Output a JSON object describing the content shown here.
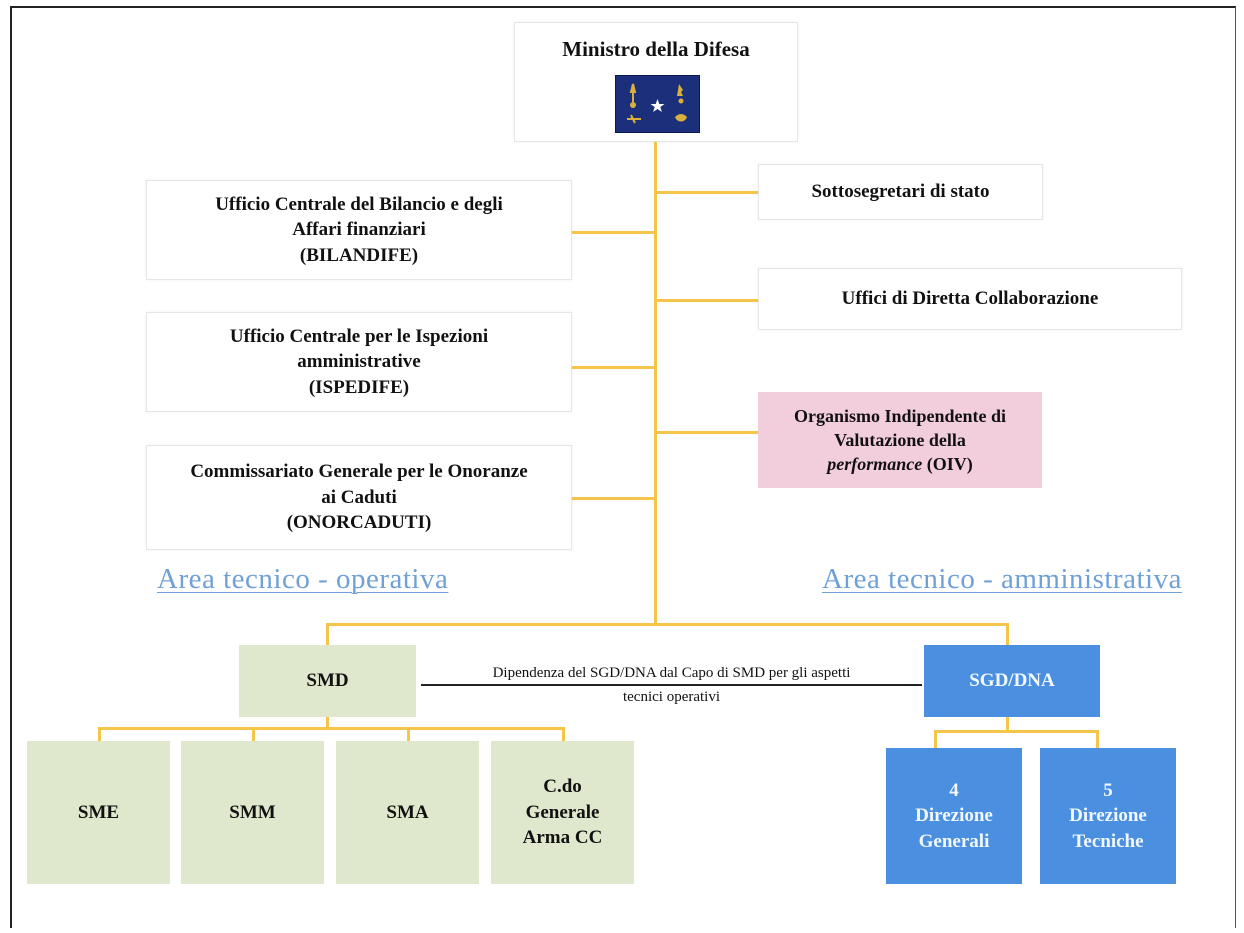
{
  "diagram": {
    "minister": {
      "title": "Ministro della Difesa",
      "emblem_icon": "minister-flag-icon"
    },
    "left_offices": [
      {
        "lines": [
          "Ufficio Centrale del Bilancio e degli",
          "Affari finanziari",
          "(BILANDIFE)"
        ]
      },
      {
        "lines": [
          "Ufficio Centrale per le Ispezioni",
          "amministrative",
          "(ISPEDIFE)"
        ]
      },
      {
        "lines": [
          "Commissariato Generale per le Onoranze",
          "ai Caduti",
          "(ONORCADUTI)"
        ]
      }
    ],
    "right_offices": {
      "sottosegretari": "Sottosegretari di stato",
      "uffici": "Uffici di Diretta Collaborazione",
      "oiv": {
        "line1": "Organismo Indipendente di",
        "line2": "Valutazione della",
        "line3_italic": "performance",
        "line3_rest": " (OIV)"
      }
    },
    "areas": {
      "left": "Area tecnico - operativa",
      "right": "Area tecnico - amministrativa"
    },
    "smd": "SMD",
    "sgd": "SGD/DNA",
    "dependency": {
      "line1": "Dipendenza del SGD/DNA dal Capo di SMD per gli aspetti",
      "line2": "tecnici operativi"
    },
    "smd_children": [
      {
        "lines": [
          "SME"
        ]
      },
      {
        "lines": [
          "SMM"
        ]
      },
      {
        "lines": [
          "SMA"
        ]
      },
      {
        "lines": [
          "C.do",
          "Generale",
          "Arma CC"
        ]
      }
    ],
    "sgd_children": [
      {
        "lines": [
          "4",
          "Direzione",
          "Generali"
        ]
      },
      {
        "lines": [
          "5",
          "Direzione",
          "Tecniche"
        ]
      }
    ],
    "colors": {
      "connector": "#f5c54a",
      "green_box": "#dfe8cd",
      "blue_box": "#4a8fe0",
      "pink_box": "#f2cddc",
      "area_text": "#6fa0d8",
      "emblem_bg": "#1c2f7a"
    }
  }
}
